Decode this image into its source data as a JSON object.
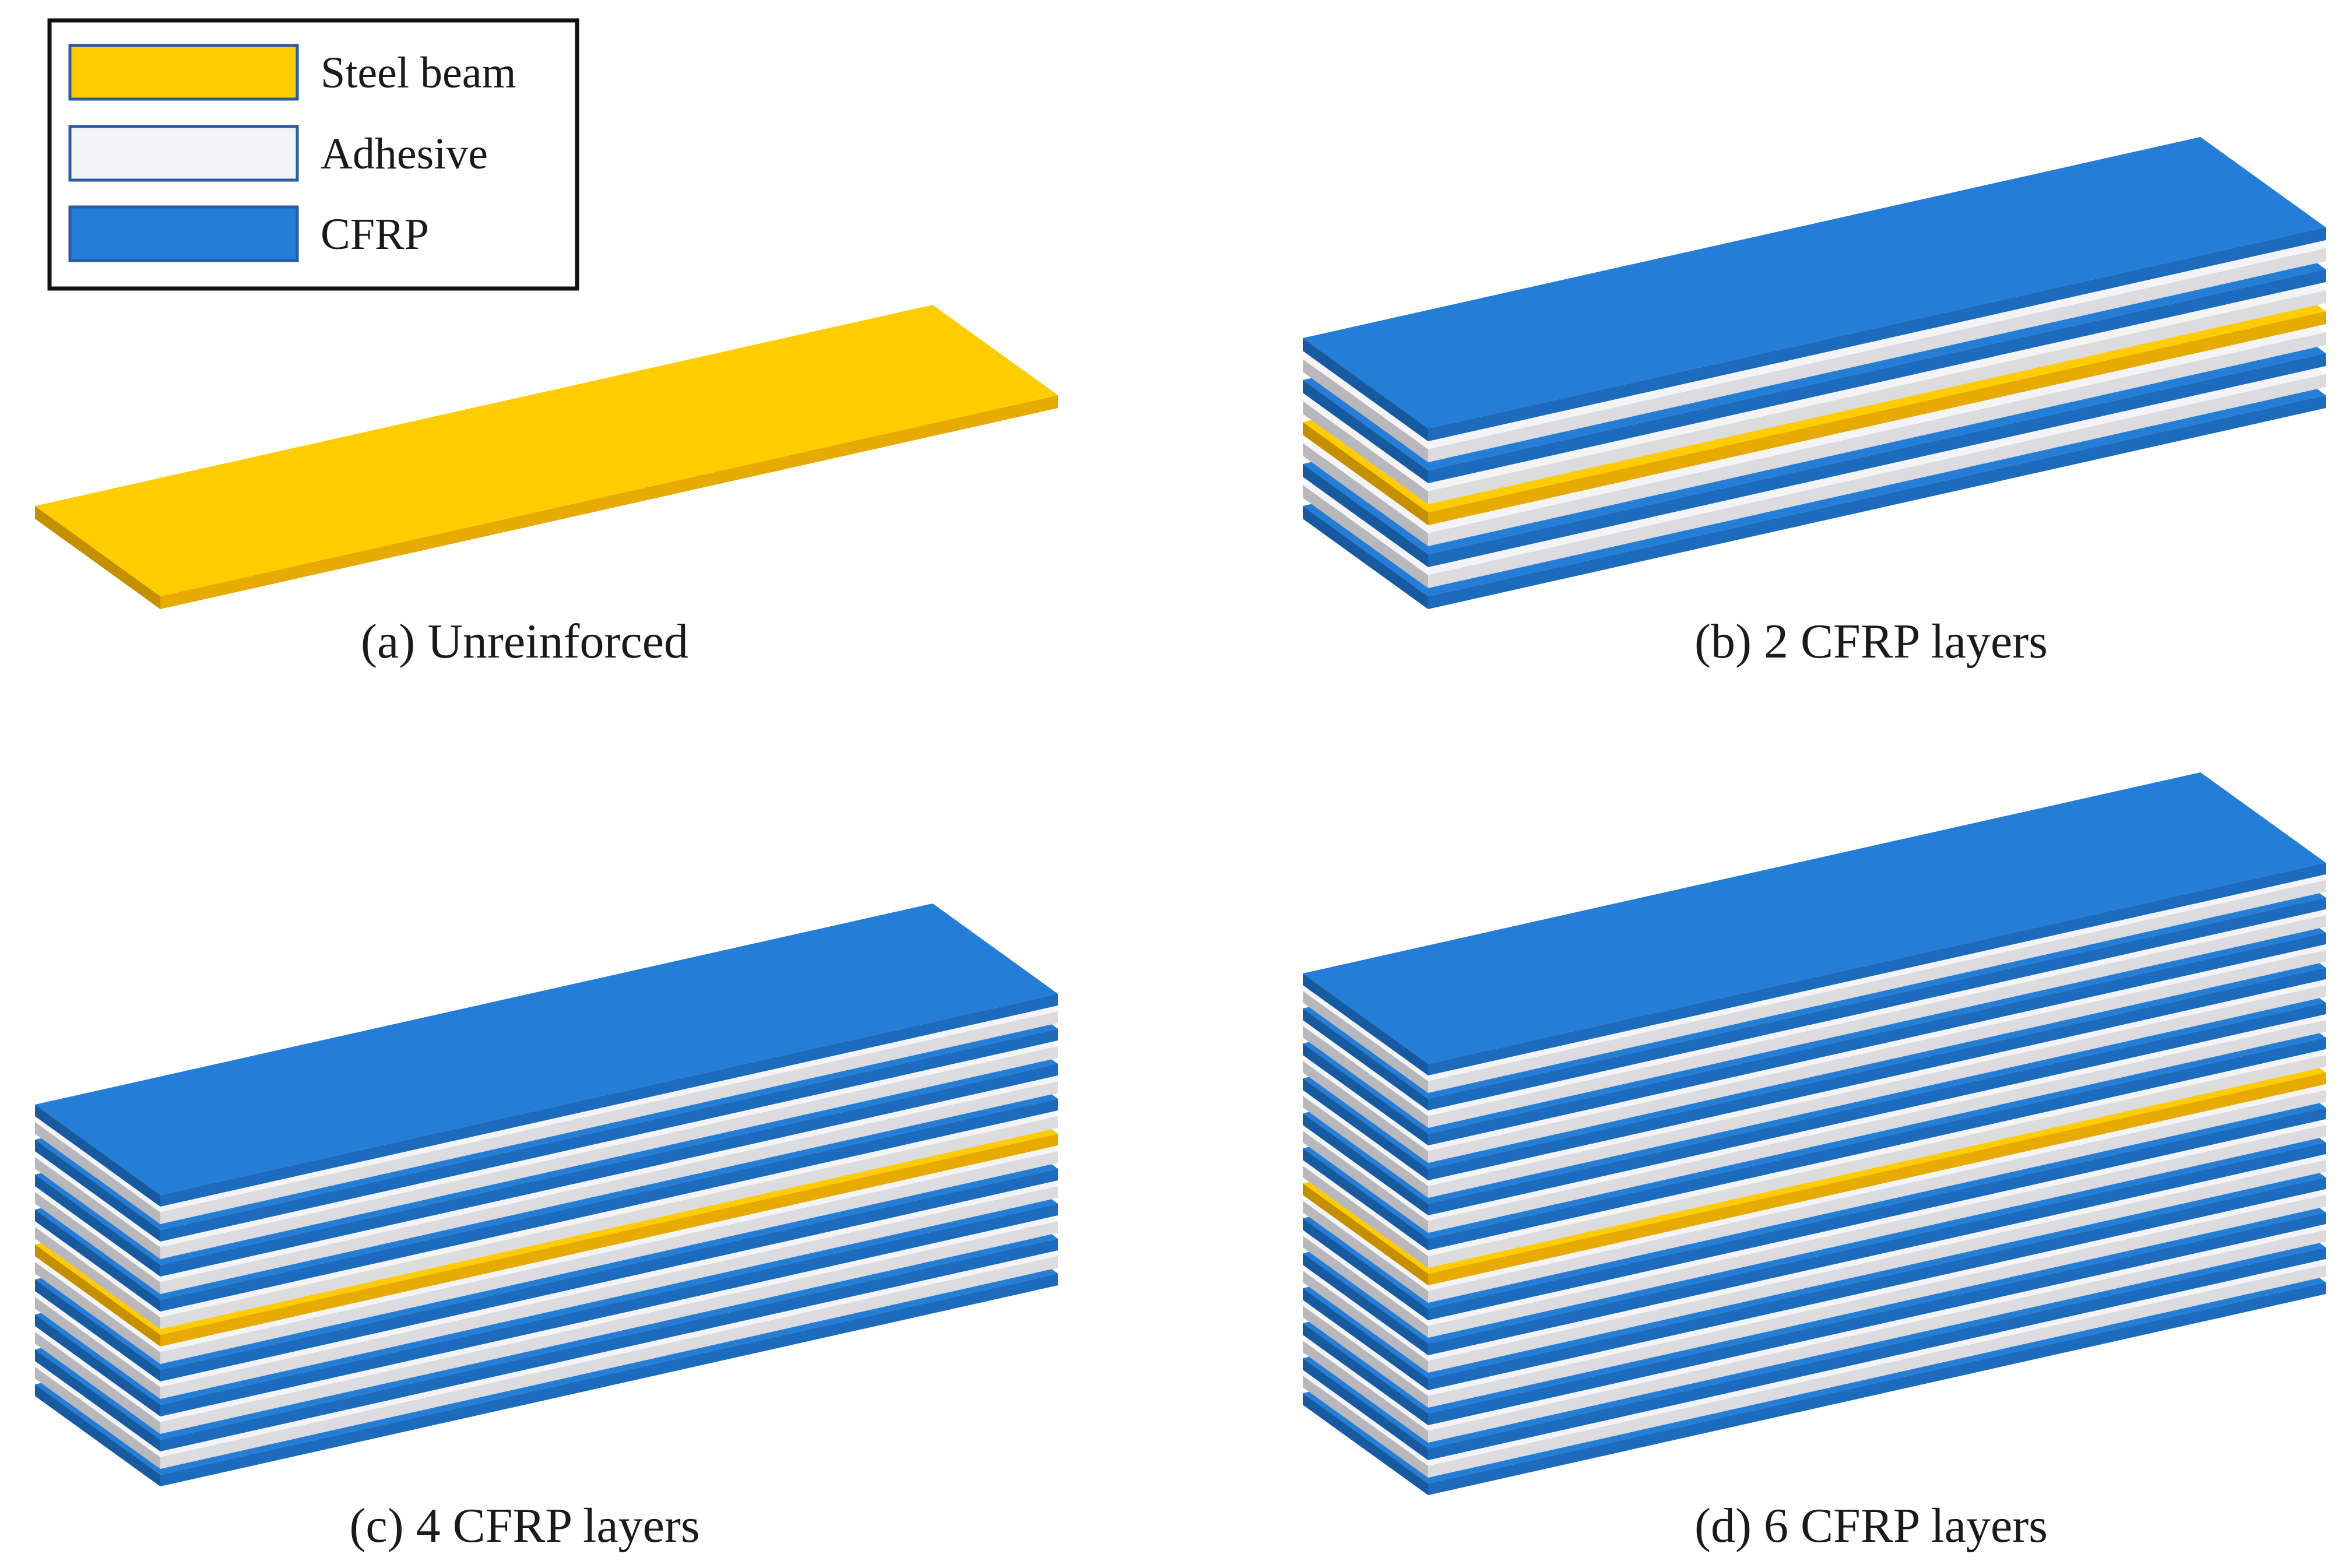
{
  "colors": {
    "steel_top": "#ffcc00",
    "steel_side": "#e6aa00",
    "steel_front": "#c49000",
    "adhesive_top": "#f4f4f6",
    "adhesive_side": "#dcdcde",
    "adhesive_front": "#b8b8bc",
    "cfrp_top": "#247dd6",
    "cfrp_side": "#1d6bbd",
    "cfrp_front": "#175aa0",
    "legend_border": "#111111",
    "swatch_border": "#2a5aa0"
  },
  "legend": {
    "items": [
      {
        "key": "steel",
        "label": "Steel beam"
      },
      {
        "key": "adhesive",
        "label": "Adhesive"
      },
      {
        "key": "cfrp",
        "label": "CFRP"
      }
    ]
  },
  "panels": [
    {
      "id": "a",
      "caption": "(a) Unreinforced",
      "stack": [
        "steel"
      ]
    },
    {
      "id": "b",
      "caption": "(b) 2 CFRP layers",
      "stack": [
        "cfrp",
        "adhesive",
        "cfrp",
        "adhesive",
        "steel",
        "adhesive",
        "cfrp",
        "adhesive",
        "cfrp"
      ]
    },
    {
      "id": "c",
      "caption": "(c) 4 CFRP layers",
      "stack": [
        "cfrp",
        "adhesive",
        "cfrp",
        "adhesive",
        "cfrp",
        "adhesive",
        "cfrp",
        "adhesive",
        "steel",
        "adhesive",
        "cfrp",
        "adhesive",
        "cfrp",
        "adhesive",
        "cfrp",
        "adhesive",
        "cfrp"
      ]
    },
    {
      "id": "d",
      "caption": "(d) 6 CFRP layers",
      "stack": [
        "cfrp",
        "adhesive",
        "cfrp",
        "adhesive",
        "cfrp",
        "adhesive",
        "cfrp",
        "adhesive",
        "cfrp",
        "adhesive",
        "cfrp",
        "adhesive",
        "steel",
        "adhesive",
        "cfrp",
        "adhesive",
        "cfrp",
        "adhesive",
        "cfrp",
        "adhesive",
        "cfrp",
        "adhesive",
        "cfrp",
        "adhesive",
        "cfrp"
      ]
    }
  ]
}
